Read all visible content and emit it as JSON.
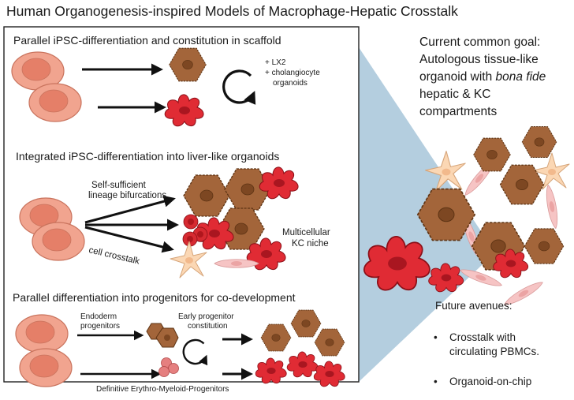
{
  "title": "Human Organogenesis-inspired Models of Macrophage-Hepatic Crosstalk",
  "panel1": {
    "heading": "Parallel iPSC-differentiation and constitution in scaffold",
    "note_line1": "+ LX2",
    "note_line2": "+ cholangiocyte",
    "note_line3": "organoids"
  },
  "panel2": {
    "heading": "Integrated iPSC-differentiation into liver-like organoids",
    "arrow_label_1a": "Self-sufficient",
    "arrow_label_1b": "lineage bifurcations",
    "arrow_label_2": "cell crosstalk",
    "niche_line1": "Multicellular",
    "niche_line2": "KC niche"
  },
  "panel3": {
    "heading": "Parallel differentiation into progenitors for co-development",
    "endo_line1": "Endoderm",
    "endo_line2": "progenitors",
    "early_line1": "Early progenitor",
    "early_line2": "constitution",
    "emp_label": "Definitive Erythro-Myeloid-Progenitors"
  },
  "goal": {
    "line1": "Current common goal:",
    "line2": "Autologous tissue-like",
    "line3_pre": "organoid with ",
    "line3_ital": "bona fide",
    "line4": "hepatic & KC",
    "line5": "compartments"
  },
  "future": {
    "heading": "Future avenues:",
    "bullet1_line1": "Crosstalk with",
    "bullet1_line2": "circulating PBMCs.",
    "bullet2": "Organoid-on-chip",
    "bullet_symbol": "•"
  },
  "colors": {
    "stem_cell": "#f1a48f",
    "stem_nucleus": "#e57f68",
    "hepatocyte": "#a3653a",
    "hepatocyte_nucleus": "#7d4722",
    "macrophage": "#e02b34",
    "macrophage_nucleus": "#a91620",
    "stellate": "#fbd7b4",
    "endothelial": "#f6c4c4",
    "erythroid": "#d62a31",
    "fan": "#b4cedf",
    "arrow": "#111111"
  }
}
